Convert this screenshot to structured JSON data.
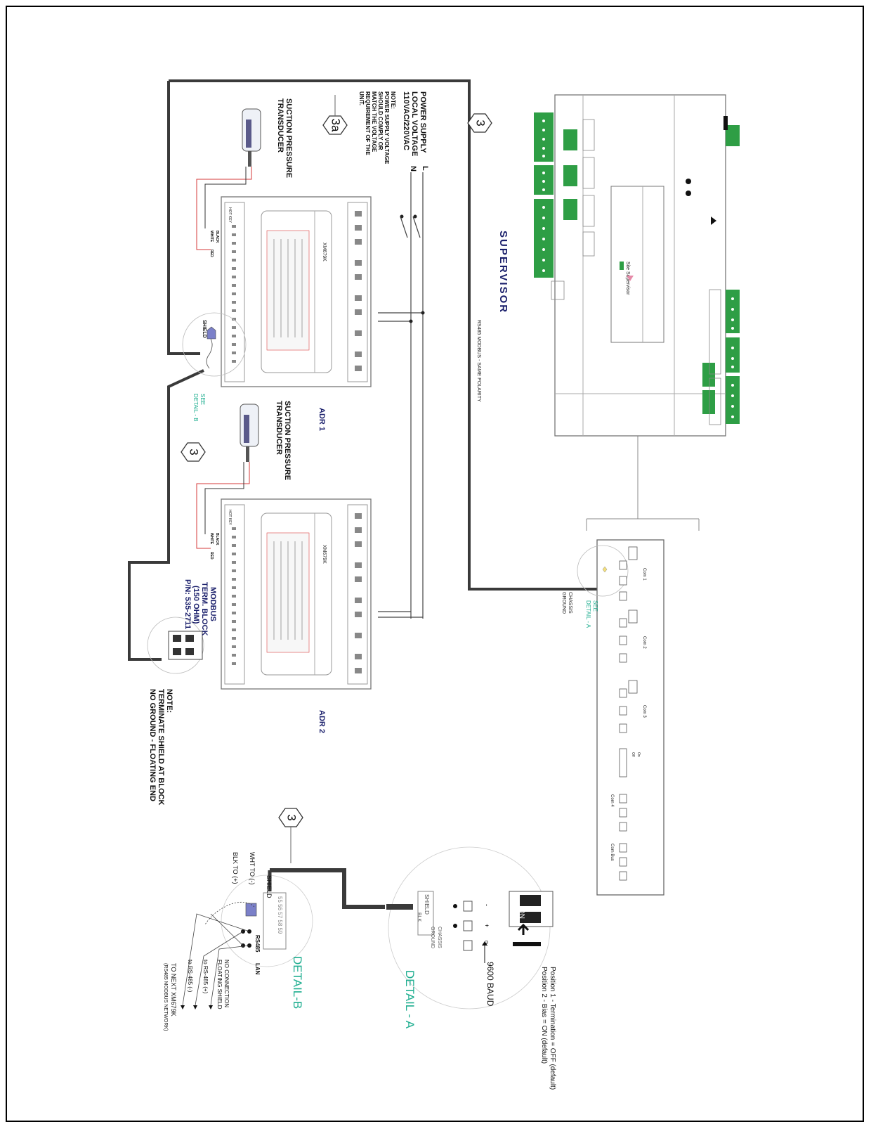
{
  "colors": {
    "terminal_green": "#2e9e45",
    "navy_label": "#1a1f6b",
    "detail_teal": "#1fae90",
    "wire_red": "#d43a3a",
    "cable_dark": "#3a3a3a"
  },
  "supervisor": {
    "title": "SUPERVISOR",
    "display_text": "Site Supervisor",
    "bus_note": "RS485 MODBUS - SAME POLARITY"
  },
  "power": {
    "title": "POWER SUPPLY",
    "line1": "LOCAL VOLTAGE",
    "line2": "110VAC/220VAC",
    "l_label": "L",
    "n_label": "N",
    "note": [
      "NOTE:",
      "POWER SUPPLY VOLTAGE",
      "SHOULD COMPLY OR",
      "MATCH THE VOLTAGE",
      "REQUIREMENT OF THE",
      "UNIT."
    ]
  },
  "callouts": {
    "three": "3",
    "three_a": "3a"
  },
  "transducer": {
    "line1": "SUCTION PRESSURE",
    "line2": "TRANSDUCER"
  },
  "wires": {
    "black": "BLACK",
    "white": "WHITE",
    "red": "RED",
    "shield": "SHIELD"
  },
  "controllers": [
    {
      "name": "ADR 1",
      "model": "XM679K",
      "hotkey": "HOT KEY"
    },
    {
      "name": "ADR 2",
      "model": "XM679K",
      "hotkey": "HOT KEY"
    }
  ],
  "see_detail_b": "SEE\nDETAIL - B",
  "see_detail_a": "SEE\nDETAIL - A",
  "chassis_ground": "CHASSIS\nGROUND",
  "modbus_block": [
    "MODBUS",
    "TERM. BLOCK",
    "(150 OHM)",
    "P/N: 535-2711"
  ],
  "termination_note": [
    "NOTE:",
    "TERMINATE SHIELD AT BLOCK",
    "NO GROUND - FLOATING END"
  ],
  "io_board": {
    "ports": [
      "Com 1",
      "Com 2",
      "Com 3",
      "Com 4",
      "Com Bus"
    ],
    "term_labels": [
      "Off",
      "On"
    ]
  },
  "detail_a": {
    "title": "DETAIL - A",
    "baud": "9600 BAUD",
    "dip_on": "ON",
    "pos1": "Position 1 - Termination = OFF (default)",
    "pos2": "Position 2 - Bias = ON (default)",
    "shield": "SHIELD",
    "blk": "BLK",
    "chassis": "CHASSIS\nGROUND",
    "terms": [
      "-",
      "+",
      "0v"
    ],
    "term_ids": [
      "e0",
      "e1",
      "e2"
    ]
  },
  "detail_b": {
    "title": "DETAIL-B",
    "wht": "WHT TO (-)",
    "blk": "BLK TO (+)",
    "shield": "SHIELD",
    "rs485": "RS485",
    "lan": "LAN",
    "no_connection": "NO CONNECTION",
    "floating_shield": "FLOATING SHIELD",
    "to_plus": "to RS-485 (+)",
    "to_minus": "to RS-485 (-)",
    "to_next": "TO NEXT XM679K",
    "network": "(RS485 MODBUS NETWORK)",
    "terms": "55 56 57 58 59"
  }
}
